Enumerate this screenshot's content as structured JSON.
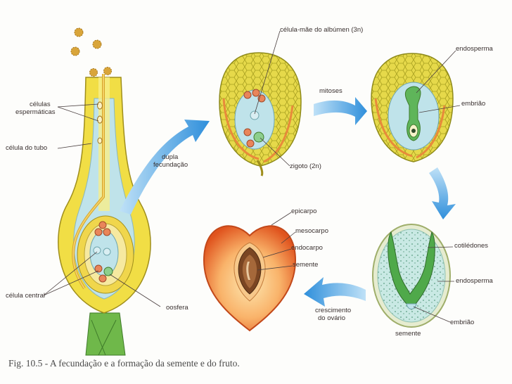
{
  "labels": {
    "celulas_espermaticas_1": "células",
    "celulas_espermaticas_2": "espermáticas",
    "celula_do_tubo": "célula do tubo",
    "celula_central": "célula central",
    "oosfera": "oosfera",
    "dupla_fecundacao_1": "dupla",
    "dupla_fecundacao_2": "fecundação",
    "celula_mae_albumen": "célula-mãe do albúmen (3n)",
    "zigoto": "zigoto (2n)",
    "mitoses": "mitoses",
    "endosperma_top": "endosperma",
    "embriao_top": "embrião",
    "cotiledones": "cotilédones",
    "endosperma_bottom": "endosperma",
    "embriao_bottom": "embrião",
    "semente_bottom": "semente",
    "crescimento_1": "crescimento",
    "crescimento_2": "do ovário",
    "epicarpo": "epicarpo",
    "mesocarpo": "mesocarpo",
    "endocarpo": "endocarpo",
    "semente_fruit": "semente"
  },
  "caption": "Fig. 10.5 - A fecundação e a formação da semente e do fruto.",
  "colors": {
    "arrow_blue": "#3f9de0",
    "yellow": "#f3e04a",
    "light_blue": "#bfe3ea",
    "peach": "#f6a25c",
    "label_line": "#4a3f3f"
  }
}
